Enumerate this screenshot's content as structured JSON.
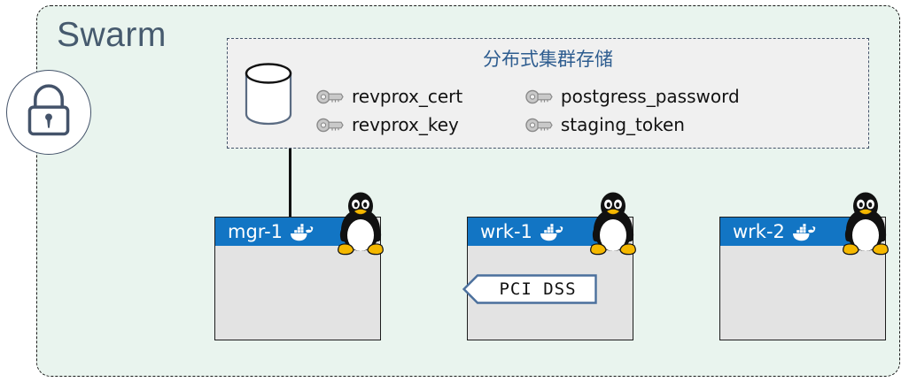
{
  "swarm": {
    "title": "Swarm",
    "bg_color": "#e9f4ee",
    "border_color": "#1b1b1b",
    "title_color": "#465a6e"
  },
  "lock_badges": [
    {
      "name": "lock-badge-left",
      "icon": "lock-icon"
    },
    {
      "name": "lock-badge-right",
      "icon": "lock-icon"
    }
  ],
  "secret_store": {
    "title": "分布式集群存储",
    "title_color": "#2d5c8f",
    "bg_color": "#f0f0f0",
    "border_color": "#44536a",
    "database_icon": "database-cylinder-icon",
    "columns": [
      {
        "secrets": [
          {
            "icon": "key-icon",
            "name": "revprox_cert"
          },
          {
            "icon": "key-icon",
            "name": "revprox_key"
          }
        ]
      },
      {
        "secrets": [
          {
            "icon": "key-icon",
            "name": "postgress_password"
          },
          {
            "icon": "key-icon",
            "name": "staging_token"
          }
        ]
      }
    ]
  },
  "nodes": [
    {
      "name": "mgr-1",
      "docker_icon": "docker-whale-icon",
      "os_icon": "linux-tux-icon",
      "header_color": "#1275c4",
      "body_color": "#e3e3e3",
      "badge": null
    },
    {
      "name": "wrk-1",
      "docker_icon": "docker-whale-icon",
      "os_icon": "linux-tux-icon",
      "header_color": "#1275c4",
      "body_color": "#e3e3e3",
      "badge": {
        "label": "PCI DSS",
        "border_color": "#4a6f9c",
        "fill_color": "#ffffff"
      }
    },
    {
      "name": "wrk-2",
      "docker_icon": "docker-whale-icon",
      "os_icon": "linux-tux-icon",
      "header_color": "#1275c4",
      "body_color": "#e3e3e3",
      "badge": null
    }
  ],
  "connector": {
    "name": "secret-store-to-mgr1-link",
    "color": "#111111"
  }
}
